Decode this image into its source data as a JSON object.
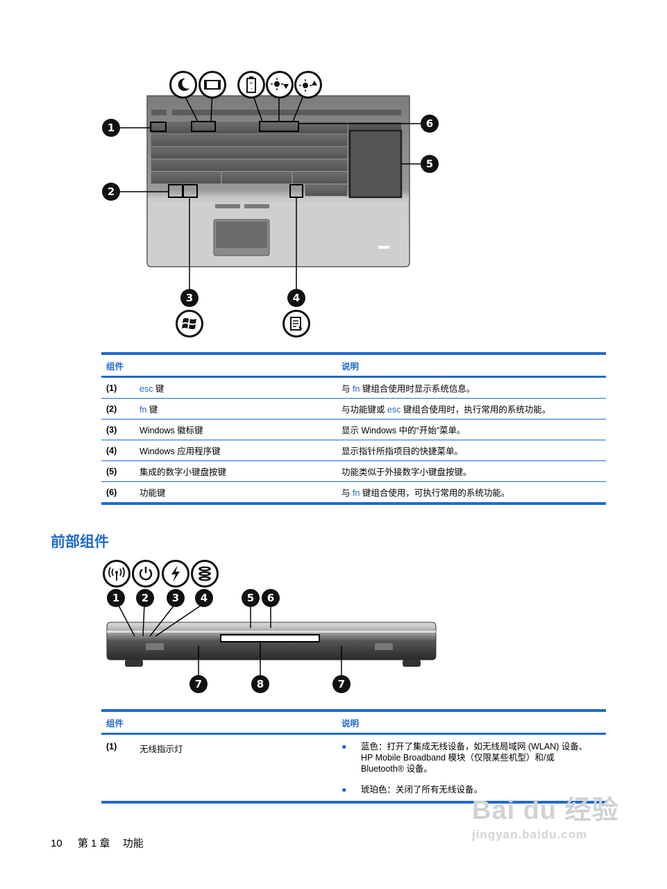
{
  "keyboard_figure": {
    "callouts": [
      "1",
      "2",
      "3",
      "4",
      "5",
      "6"
    ]
  },
  "table1": {
    "header": {
      "component": "组件",
      "description": "说明"
    },
    "rows": [
      {
        "num": "(1)",
        "name_key": "esc",
        "name_rest": " 键",
        "desc_pre": "与 ",
        "desc_key": "fn",
        "desc_post": " 键组合使用时显示系统信息。"
      },
      {
        "num": "(2)",
        "name_key": "fn",
        "name_rest": " 键",
        "desc_pre": "与功能键或 ",
        "desc_key": "esc",
        "desc_post": " 键组合使用时，执行常用的系统功能。"
      },
      {
        "num": "(3)",
        "name": "Windows 徽标键",
        "desc": "显示 Windows 中的“开始”菜单。"
      },
      {
        "num": "(4)",
        "name": "Windows 应用程序键",
        "desc": "显示指针所指项目的快捷菜单。"
      },
      {
        "num": "(5)",
        "name": "集成的数字小键盘按键",
        "desc": "功能类似于外接数字小键盘按键。"
      },
      {
        "num": "(6)",
        "name": "功能键",
        "desc_pre": "与 ",
        "desc_key": "fn",
        "desc_post": " 键组合使用，可执行常用的系统功能。"
      }
    ]
  },
  "section": {
    "title": "前部组件"
  },
  "front_figure": {
    "callouts": [
      "1",
      "2",
      "3",
      "4",
      "5",
      "6",
      "7",
      "8",
      "7"
    ]
  },
  "table2": {
    "header": {
      "component": "组件",
      "description": "说明"
    },
    "rows": [
      {
        "num": "(1)",
        "name": "无线指示灯",
        "bullets": [
          {
            "line1": "蓝色：打开了集成无线设备，如无线局域网 (WLAN) 设备、",
            "line2": "HP Mobile Broadband 模块（仅限某些机型）和/或",
            "line3": "Bluetooth® 设备。"
          },
          {
            "line1": "琥珀色：关闭了所有无线设备。"
          }
        ]
      }
    ]
  },
  "footer": {
    "page": "10",
    "chapter": "第 1 章",
    "title": "功能"
  },
  "watermark": {
    "brand": "Bai du 经验",
    "url": "jingyan.baidu.com"
  }
}
